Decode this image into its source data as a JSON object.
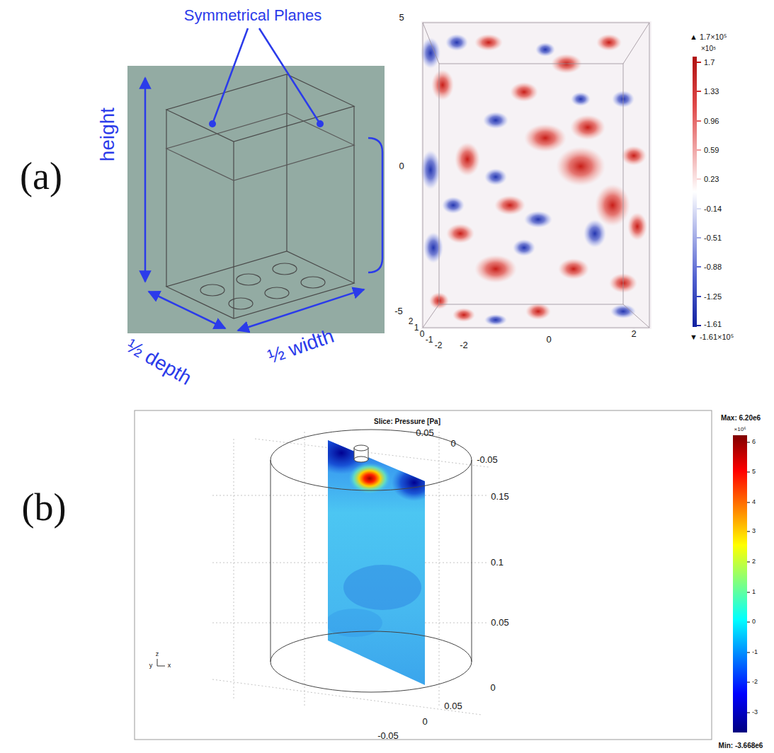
{
  "diagram": {
    "labels": [
      "(a)",
      "Symmetrical Planes",
      "height",
      "½ depth",
      "½ width",
      "5",
      "0",
      "-5",
      "2",
      "1",
      "0",
      "-1",
      "-2",
      "-2",
      "0",
      "2",
      "▲ 1.7×10⁵",
      "×10⁵",
      "1.7",
      "1.33",
      "0.96",
      "0.59",
      "0.23",
      "-0.14",
      "-0.51",
      "-0.88",
      "-1.25",
      "-1.61",
      "▼ -1.61×10⁵",
      "(b)",
      "Slice: Pressure [Pa]",
      "Max: 6.20e6",
      "×10⁶",
      "6",
      "5",
      "4",
      "3",
      "2",
      "1",
      "0",
      "-1",
      "-2",
      "-3",
      "Min: -3.668e6",
      "0.05",
      "0",
      "-0.05",
      "0.15",
      "0.1",
      "0.05",
      "0",
      "0.05",
      "0",
      "-0.05",
      "y",
      "z",
      "x"
    ]
  }
}
